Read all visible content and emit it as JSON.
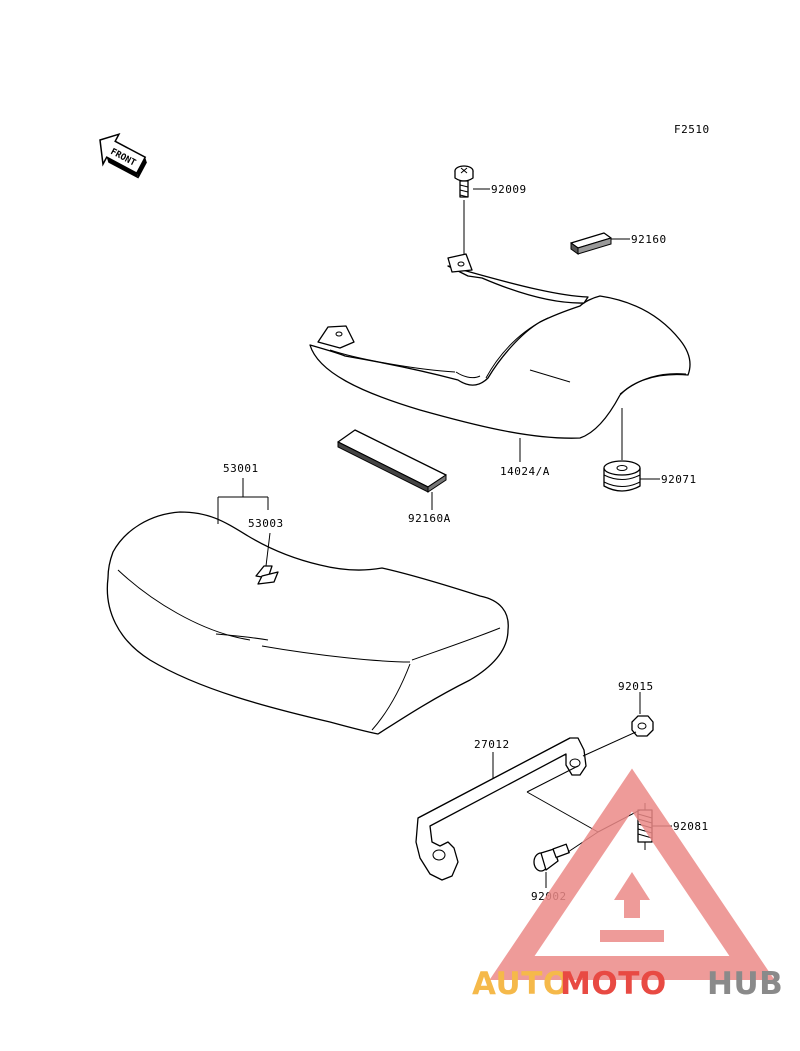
{
  "figure_code": "F2510",
  "front_label": "FRONT",
  "parts": {
    "p92009": "92009",
    "p92160": "92160",
    "p14024A": "14024/A",
    "p92071": "92071",
    "p92160A": "92160A",
    "p53001": "53001",
    "p53003": "53003",
    "p92015": "92015",
    "p27012": "27012",
    "p92081": "92081",
    "p92002": "92002"
  },
  "watermark": {
    "word_auto": "AUTO",
    "word_moto": "MOTO",
    "word_hub": "HUB",
    "color_auto": "#f5b94a",
    "color_moto": "#e84a43",
    "color_hub": "#8a8a8a"
  }
}
